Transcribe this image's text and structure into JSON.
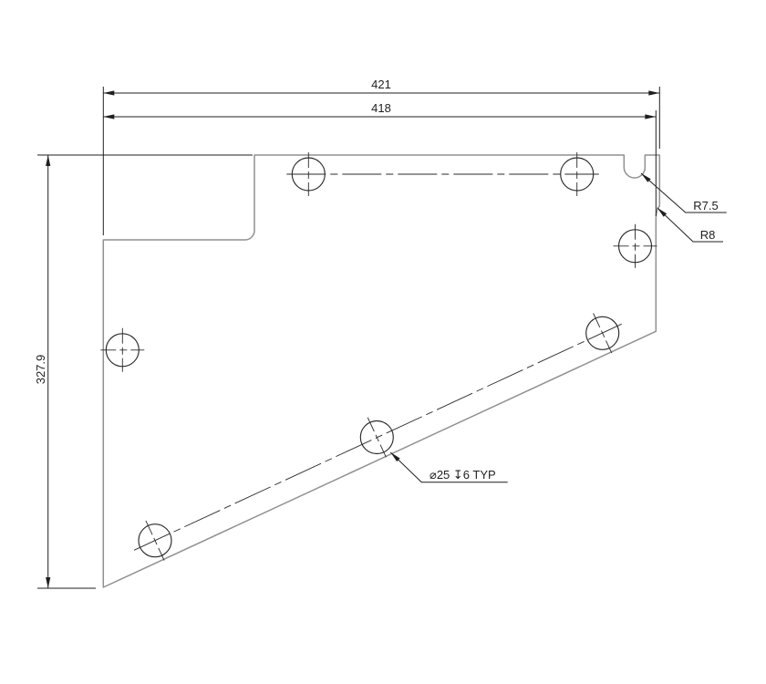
{
  "drawing": {
    "background": "#ffffff",
    "colors": {
      "part_outline": "#919191",
      "dimension_lines": "#1f1f1f",
      "centerlines": "#2a2a2a",
      "text": "#1f1f1f"
    },
    "dimensions": {
      "overall_width": "421",
      "body_width": "418",
      "height": "327.9"
    },
    "callouts": {
      "notch_radius": "R7.5",
      "corner_radius": "R8",
      "hole_note": "⌀25 ↧6 TYP"
    },
    "holes": {
      "count": 7,
      "diameter": "25",
      "depth": "6",
      "typical": "TYP"
    }
  }
}
